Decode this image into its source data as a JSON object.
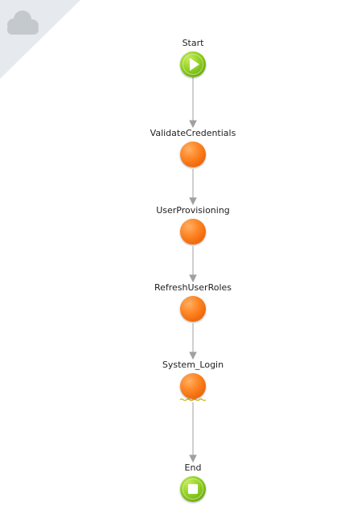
{
  "flow": {
    "start_label": "Start",
    "end_label": "End",
    "actions": [
      {
        "label": "ValidateCredentials"
      },
      {
        "label": "UserProvisioning"
      },
      {
        "label": "RefreshUserRoles"
      },
      {
        "label": "System_Login",
        "warning": true
      }
    ]
  },
  "icons": {
    "corner": "cloud-icon",
    "start": "play-icon",
    "end": "stop-icon"
  },
  "colors": {
    "action_node": "#f47a1f",
    "terminal_node": "#7dc11a",
    "connector": "#a0a0a0",
    "warning_underline": "#c8b400",
    "corner_background": "#e6eaee",
    "cloud": "#c4c9ce"
  }
}
